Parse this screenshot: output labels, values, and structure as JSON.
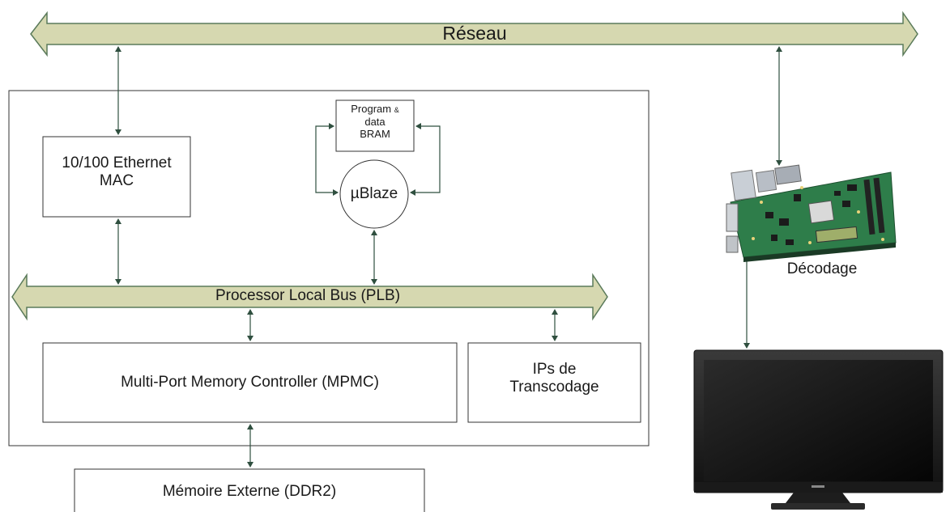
{
  "network": {
    "label": "Réseau"
  },
  "bus": {
    "label": "Processor Local Bus (PLB)"
  },
  "blocks": {
    "ethernet_line1": "10/100 Ethernet",
    "ethernet_line2": "MAC",
    "bram_line1": "Program",
    "bram_amp": "&",
    "bram_line2": "data",
    "bram_line3": "BRAM",
    "ublaze": "µBlaze",
    "mpmc": "Multi-Port Memory Controller (MPMC)",
    "ips_line1": "IPs de",
    "ips_line2": "Transcodage",
    "memory": "Mémoire Externe (DDR2)"
  },
  "decoder": {
    "label": "Décodage"
  },
  "colors": {
    "bus_fill": "#d6d8b0",
    "bus_stroke": "#5a7a5a",
    "line": "#2f4f3f",
    "box_border": "#333333",
    "pcb_green": "#2e7d4a",
    "tv_frame": "#2a2a2a",
    "tv_screen": "#121212"
  }
}
